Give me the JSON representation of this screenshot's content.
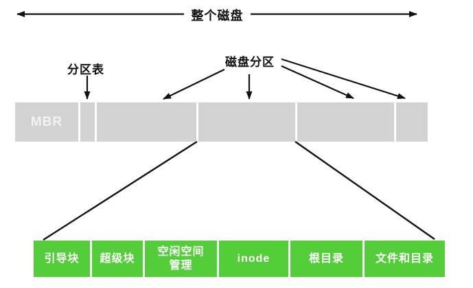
{
  "colors": {
    "disk_bar_gray": "#d2d2d2",
    "fs_block_green": "#53ce3a",
    "line_black": "#111111",
    "mbr_text": "#f2f2f2"
  },
  "header": {
    "whole_disk_label": "整个磁盘"
  },
  "annotations": {
    "partition_table_label": "分区表",
    "disk_partition_label": "磁盘分区"
  },
  "disk_bar": {
    "segments": [
      {
        "label": "MBR"
      },
      {
        "label": ""
      },
      {
        "label": ""
      },
      {
        "label": ""
      },
      {
        "label": ""
      },
      {
        "label": ""
      }
    ]
  },
  "filesystem_bar": {
    "blocks": [
      {
        "label": "引导块"
      },
      {
        "label": "超级块"
      },
      {
        "label": "空闲空间\n管理"
      },
      {
        "label": "inode"
      },
      {
        "label": "根目录"
      },
      {
        "label": "文件和目录"
      }
    ]
  }
}
